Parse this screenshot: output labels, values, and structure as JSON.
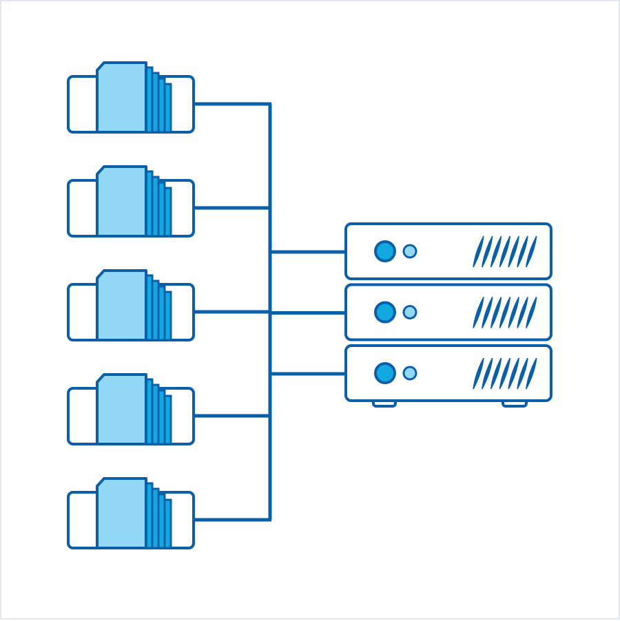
{
  "diagram": {
    "description_type": "storage-drives-connected-to-server-rack",
    "colors": {
      "outline": "#0a5fa8",
      "card_fill": "#93d8f6",
      "strip_fill": "#12a8e0",
      "led_large": "#12a8e0",
      "led_small": "#93d8f6",
      "background": "#ffffff",
      "frame": "#e2e6ee"
    },
    "icons": {
      "drive": "storage-drive-icon",
      "server": "server-unit-icon"
    },
    "drive_count": 5,
    "server_count": 3,
    "vent_slots_per_server": 7
  }
}
